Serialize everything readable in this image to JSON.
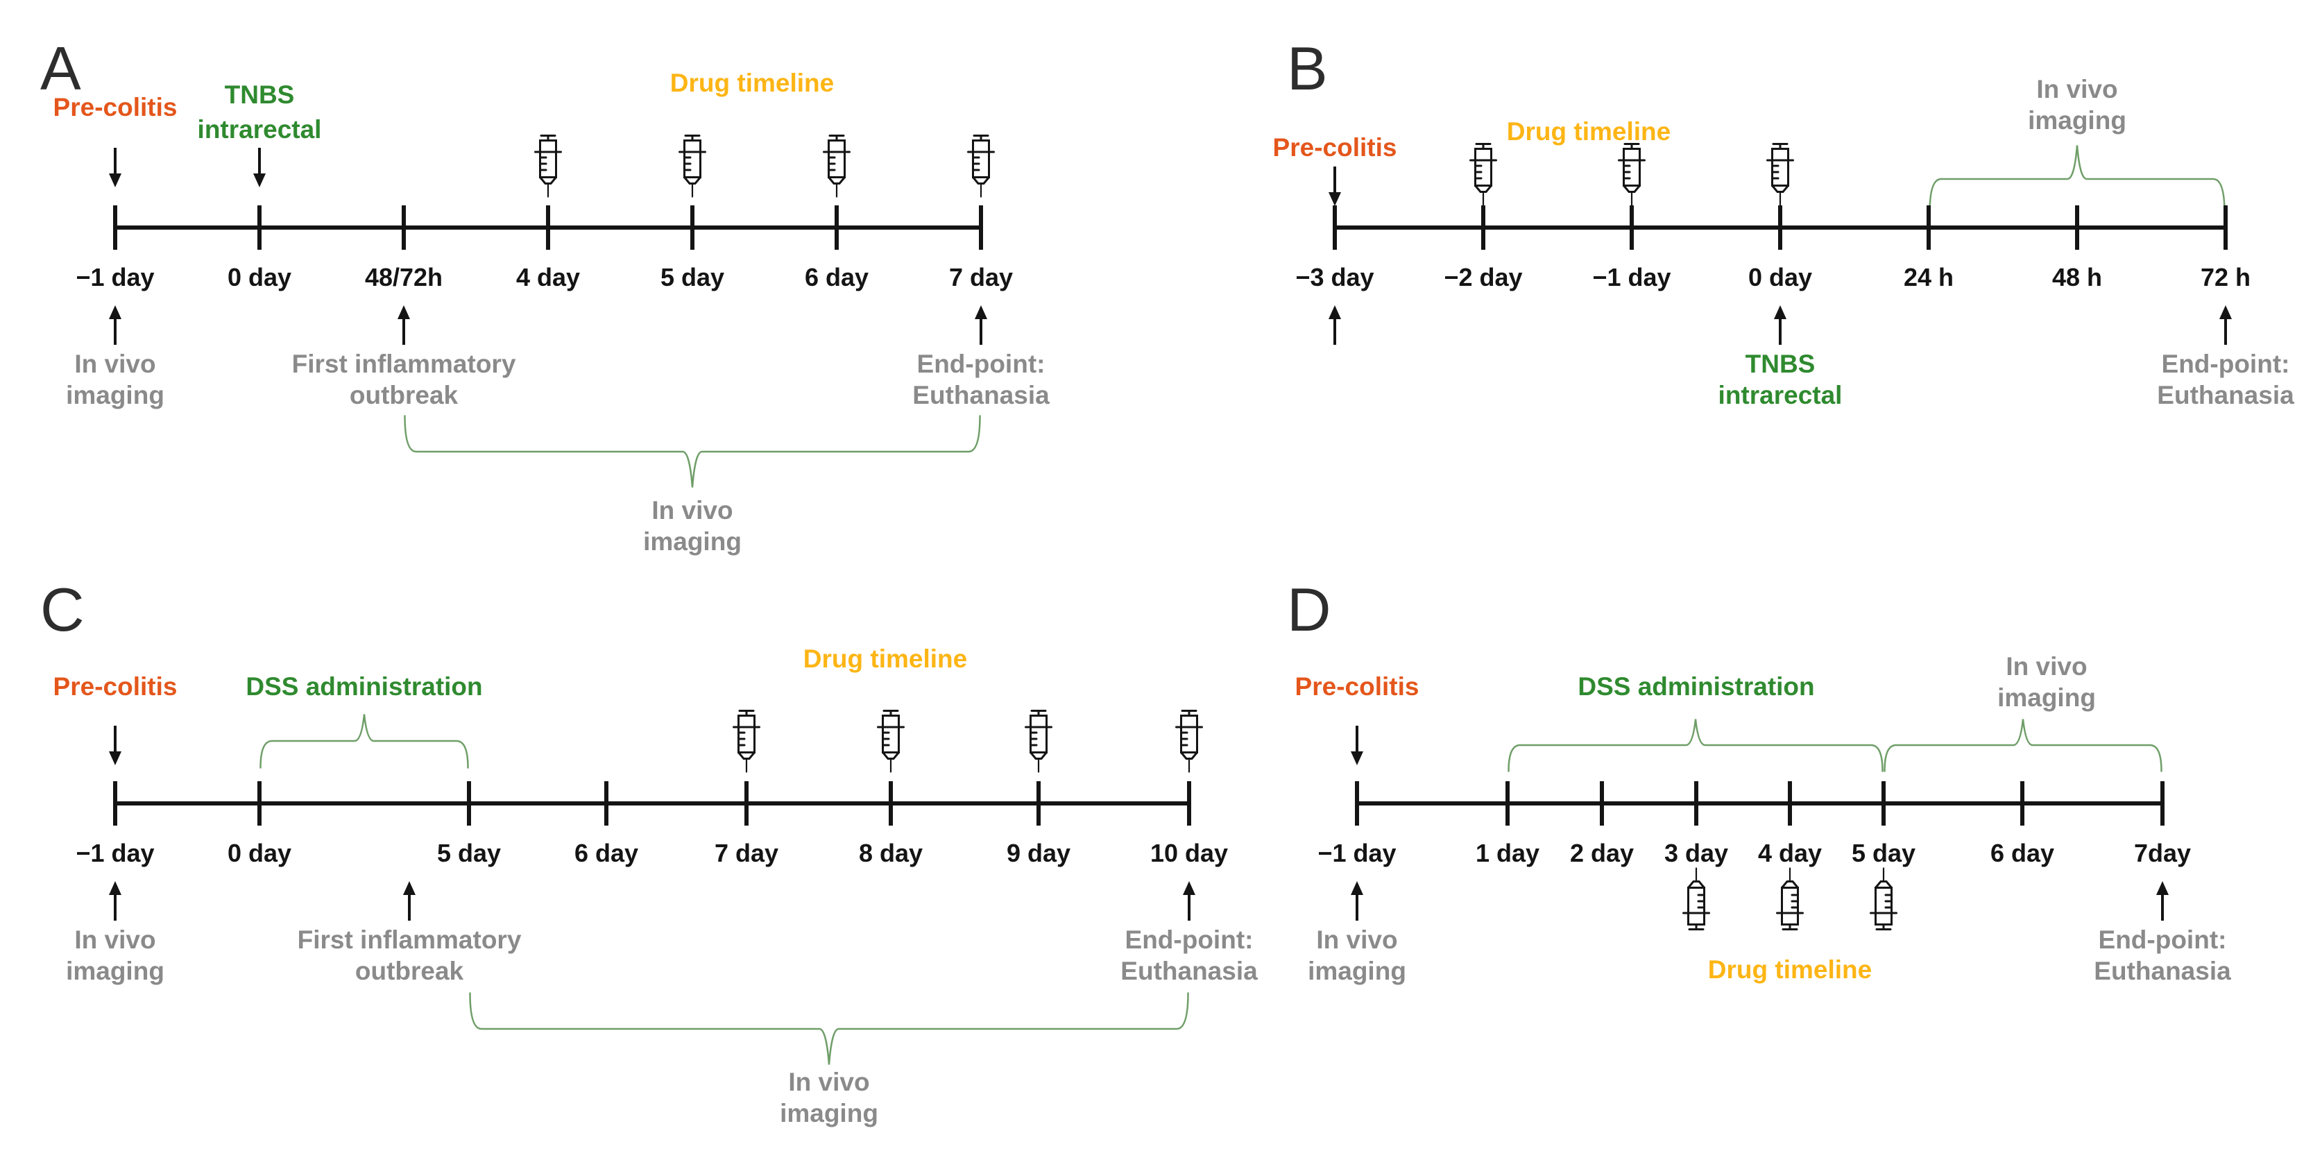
{
  "figure": {
    "description": "Experimental colitis model timelines",
    "colors": {
      "pre_colitis_orange": "#e4561b",
      "induction_green": "#2f8a2f",
      "drug_amber": "#fdb515",
      "label_gray": "#8a8a8a",
      "ink_black": "#141414",
      "brace_green": "#6f9e68"
    },
    "icons": {
      "syringe-icon": "drug injection glyph (drawn as inline SVG)",
      "arrow-down-icon": "black arrow pointing down at timeline",
      "arrow-up-icon": "black arrow pointing up at timeline",
      "curly-brace-icon": "green curly bracket marking an interval"
    }
  },
  "panels": {
    "a": {
      "letter": "A",
      "pre_colitis": "Pre-colitis",
      "tnbs_1": "TNBS",
      "tnbs_2": "intrarectal",
      "drug_timeline": "Drug timeline",
      "ticks": [
        "−1 day",
        "0 day",
        "48/72h",
        "4 day",
        "5 day",
        "6 day",
        "7 day"
      ],
      "in_vivo_1": "In vivo",
      "in_vivo_2": "imaging",
      "outbreak_1": "First inflammatory",
      "outbreak_2": "outbreak",
      "endpoint_1": "End-point:",
      "endpoint_2": "Euthanasia",
      "brace_in_vivo_1": "In vivo",
      "brace_in_vivo_2": "imaging"
    },
    "b": {
      "letter": "B",
      "pre_colitis": "Pre-colitis",
      "drug_timeline": "Drug timeline",
      "in_vivo_top_1": "In vivo",
      "in_vivo_top_2": "imaging",
      "ticks": [
        "−3 day",
        "−2 day",
        "−1 day",
        "0 day",
        "24 h",
        "48 h",
        "72 h"
      ],
      "tnbs_1": "TNBS",
      "tnbs_2": "intrarectal",
      "endpoint_1": "End-point:",
      "endpoint_2": "Euthanasia"
    },
    "c": {
      "letter": "C",
      "pre_colitis": "Pre-colitis",
      "dss": "DSS administration",
      "drug_timeline": "Drug timeline",
      "ticks": [
        "−1 day",
        "0 day",
        "5 day",
        "6 day",
        "7 day",
        "8 day",
        "9 day",
        "10 day"
      ],
      "in_vivo_1": "In vivo",
      "in_vivo_2": "imaging",
      "outbreak_1": "First inflammatory",
      "outbreak_2": "outbreak",
      "endpoint_1": "End-point:",
      "endpoint_2": "Euthanasia",
      "brace_in_vivo_1": "In vivo",
      "brace_in_vivo_2": "imaging"
    },
    "d": {
      "letter": "D",
      "pre_colitis": "Pre-colitis",
      "dss": "DSS administration",
      "in_vivo_top_1": "In vivo",
      "in_vivo_top_2": "imaging",
      "ticks": [
        "−1 day",
        "1 day",
        "2 day",
        "3 day",
        "4 day",
        "5 day",
        "6 day",
        "7day"
      ],
      "drug_timeline": "Drug timeline",
      "in_vivo_1": "In vivo",
      "in_vivo_2": "imaging",
      "endpoint_1": "End-point:",
      "endpoint_2": "Euthanasia"
    }
  }
}
